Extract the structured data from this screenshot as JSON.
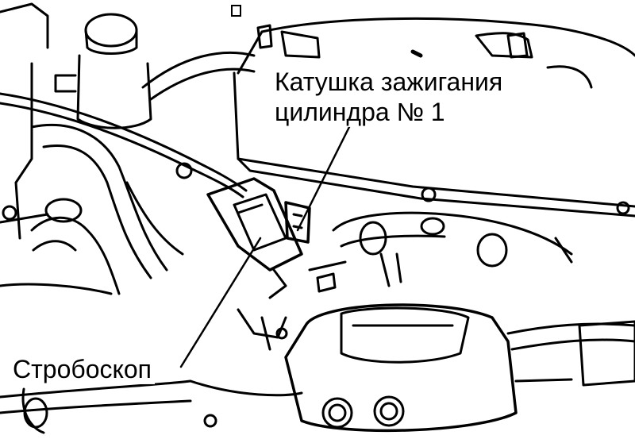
{
  "labels": {
    "coil_line1": "Катушка зажигания",
    "coil_line2": "цилиндра № 1",
    "strobe": "Стробоскоп"
  },
  "colors": {
    "ink": "#000000",
    "paper": "#ffffff"
  }
}
